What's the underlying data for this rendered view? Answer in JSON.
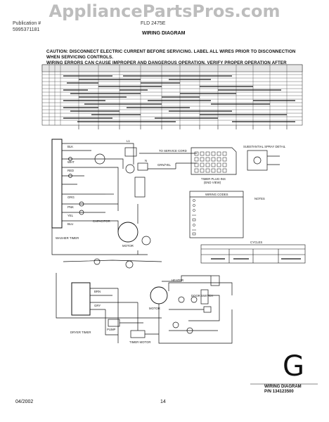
{
  "watermark": "AppliancePartsPros.com",
  "header": {
    "left_line1": "Publication #",
    "left_line2": "5995371181",
    "center_line1": "FLD 2475E",
    "title": "WIRING DIAGRAM"
  },
  "caution": {
    "line1": "CAUTION: DISCONNECT ELECTRIC CURRENT BEFORE SERVICING. LABEL ALL WIRES PRIOR TO DISCONNECTION WHEN SERVICING CONTROLS.",
    "line2": "WIRING ERRORS CAN CAUSE IMPROPER AND DANGEROUS OPERATION. VERIFY PROPER OPERATION AFTER SERVICING."
  },
  "labels": {
    "timer_washer": "WASHER TIMER",
    "timer_dryer": "DRYER TIMER",
    "timer_plug": "TIMER PLUG-INS",
    "timer_plug_sub": "(END VIEW)",
    "sub_spray": "SUBSTANTIAL SPRAY DETAIL",
    "wiring_codes": "WIRING CODES",
    "notes": "NOTES",
    "cycles": "CYCLES",
    "motor": "MOTOR",
    "heater": "HEATER",
    "pump": "PUMP",
    "capacitor": "CAPACITOR",
    "door_switch": "DOOR SWITCH",
    "timer_motor": "TIMER MOTOR",
    "blk": "BLK",
    "wht": "WHT",
    "red": "RED",
    "org": "ORG",
    "pnk": "PNK",
    "yel": "YEL",
    "blu": "BLU",
    "brn": "BRN",
    "gry": "GRY",
    "to_service": "TO SERVICE CORD",
    "ground": "GRN/YEL",
    "l1": "L1",
    "n": "N",
    "wiring_diagram": "WIRING DIAGRAM",
    "pn": "P/N 134123500",
    "letter": "G"
  },
  "footer": {
    "date": "04/2002",
    "page": "14"
  }
}
